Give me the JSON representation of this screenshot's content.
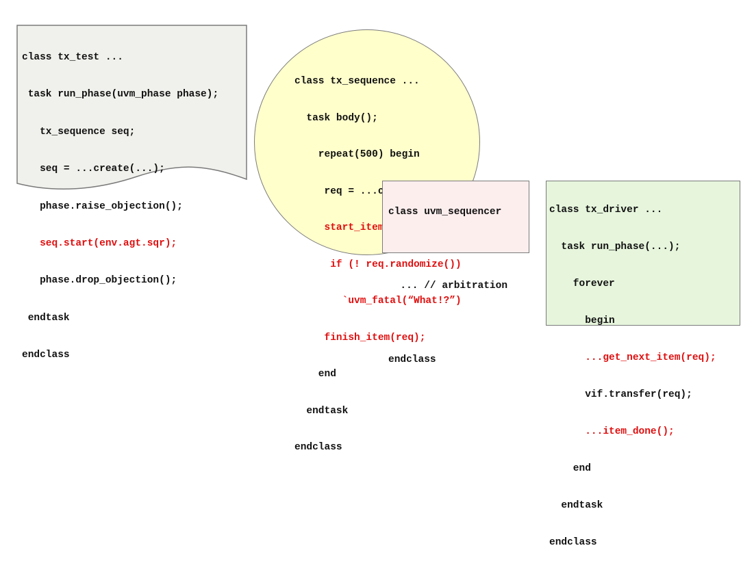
{
  "colors": {
    "test_fill": "#f0f0ec",
    "sequence_fill": "#ffffcc",
    "sequencer_fill": "#fdeeee",
    "driver_fill": "#e6f5dc",
    "highlight_text": "#e01010",
    "border": "#7a7a7a"
  },
  "tx_test": {
    "lines": [
      "class tx_test ...",
      " task run_phase(uvm_phase phase);",
      "   tx_sequence seq;",
      "   seq = ...create(...);",
      "   phase.raise_objection();",
      "   seq.start(env.agt.sqr);",
      "   phase.drop_objection();",
      " endtask",
      "endclass"
    ]
  },
  "tx_sequence": {
    "lines": [
      "class tx_sequence ...",
      "  task body();",
      "    repeat(500) begin",
      "     req = ...create(...);",
      "     start_item(req);",
      "      if (! req.randomize())",
      "        `uvm_fatal(“What!?”)",
      "     finish_item(req);",
      "    end",
      "  endtask",
      "endclass"
    ]
  },
  "uvm_sequencer": {
    "lines": [
      "class uvm_sequencer",
      "",
      "  ... // arbitration",
      "",
      "endclass"
    ]
  },
  "tx_driver": {
    "lines": [
      "class tx_driver ...",
      "  task run_phase(...);",
      "    forever",
      "      begin",
      "      ...get_next_item(req);",
      "      vif.transfer(req);",
      "      ...item_done();",
      "    end",
      "  endtask",
      "endclass"
    ]
  }
}
